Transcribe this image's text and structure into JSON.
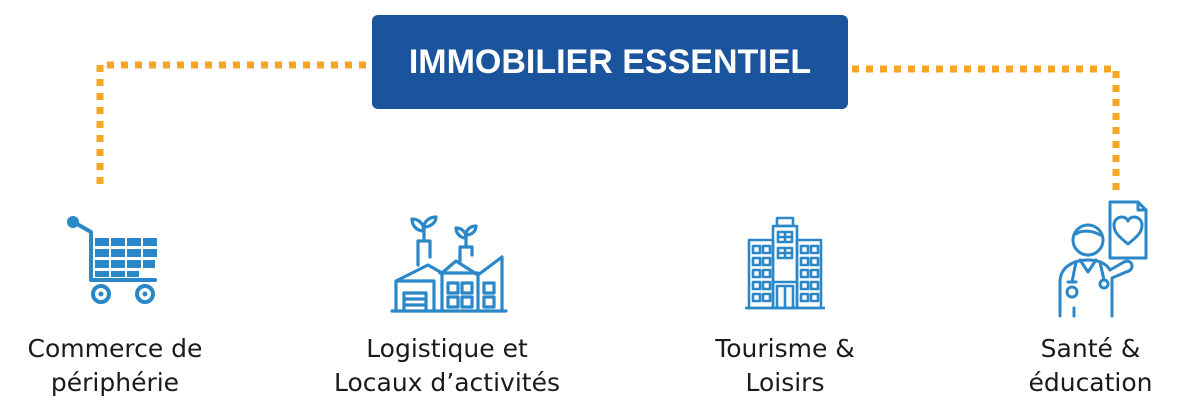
{
  "title": "IMMOBILIER ESSENTIEL",
  "colors": {
    "title_background": "#1a549c",
    "title_text": "#ffffff",
    "connector": "#f5a623",
    "icon": "#2a87c8",
    "label_text": "#1a1a1a"
  },
  "categories": [
    {
      "icon": "shopping-cart-icon",
      "line1": "Commerce de",
      "line2": "périphérie"
    },
    {
      "icon": "factory-icon",
      "line1": "Logistique et",
      "line2": "Locaux d’activités"
    },
    {
      "icon": "hotel-building-icon",
      "line1": "Tourisme &",
      "line2": "Loisirs"
    },
    {
      "icon": "doctor-heart-icon",
      "line1": "Santé &",
      "line2": "éducation"
    }
  ]
}
